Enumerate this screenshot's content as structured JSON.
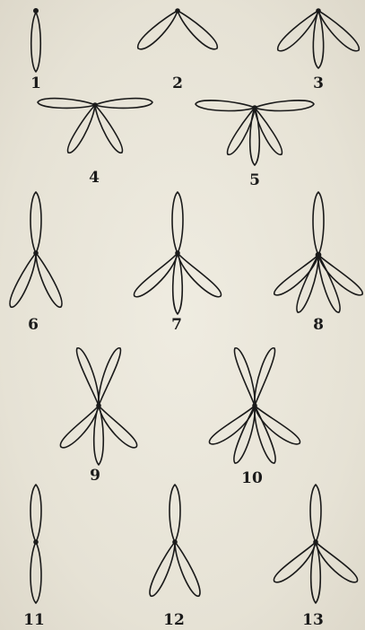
{
  "plate": {
    "figures": [
      {
        "label": "1"
      },
      {
        "label": "2"
      },
      {
        "label": "3"
      },
      {
        "label": "4"
      },
      {
        "label": "5"
      },
      {
        "label": "6"
      },
      {
        "label": "7"
      },
      {
        "label": "8"
      },
      {
        "label": "9"
      },
      {
        "label": "10"
      },
      {
        "label": "11"
      },
      {
        "label": "12"
      },
      {
        "label": "13"
      }
    ]
  },
  "colors": {
    "ink": "#1a1a1a",
    "paper": "#e9e6da"
  }
}
